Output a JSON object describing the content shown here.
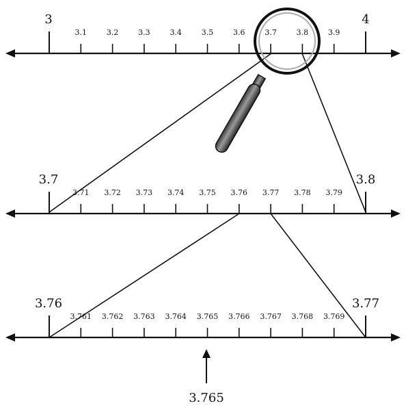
{
  "number_lines": [
    {
      "major_start": "3",
      "major_end": "4",
      "minor_labels": [
        "3.1",
        "3.2",
        "3.3",
        "3.4",
        "3.5",
        "3.6",
        "3.7",
        "3.8",
        "3.9"
      ]
    },
    {
      "major_start": "3.7",
      "major_end": "3.8",
      "minor_labels": [
        "3.71",
        "3.72",
        "3.73",
        "3.74",
        "3.75",
        "3.76",
        "3.77",
        "3.78",
        "3.79"
      ]
    },
    {
      "major_start": "3.76",
      "major_end": "3.77",
      "minor_labels": [
        "3.761",
        "3.762",
        "3.763",
        "3.764",
        "3.765",
        "3.766",
        "3.767",
        "3.768",
        "3.769"
      ]
    }
  ],
  "pointer": {
    "label": "3.765"
  },
  "icons": {
    "magnifier": "magnifying-glass-icon"
  }
}
